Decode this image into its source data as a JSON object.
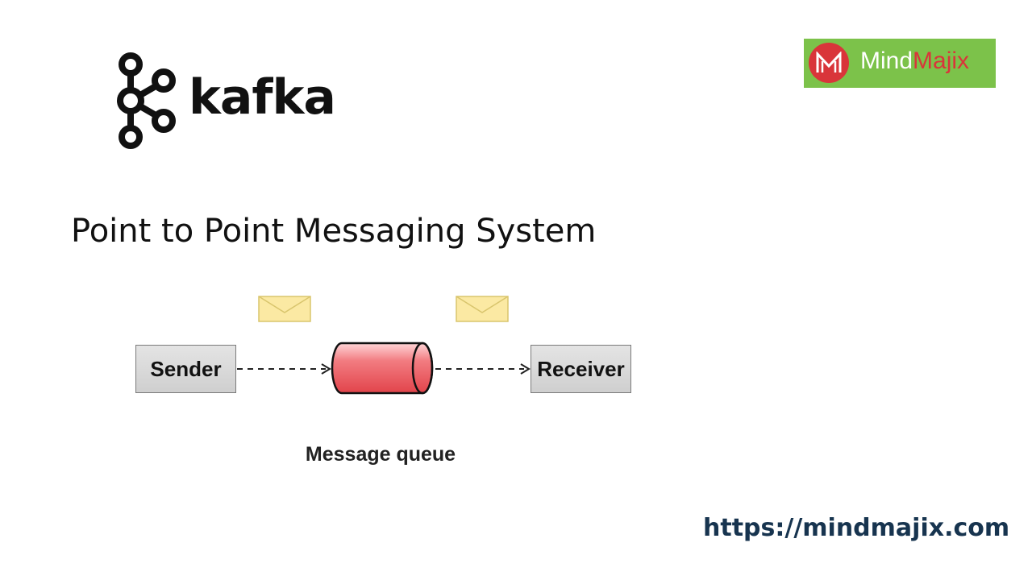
{
  "logos": {
    "kafka_word": "kafka",
    "mindmajix_word_part1": "Mind",
    "mindmajix_word_part2": "Majix"
  },
  "title": "Point to Point Messaging System",
  "diagram": {
    "sender_label": "Sender",
    "receiver_label": "Receiver",
    "queue_label": "Message queue"
  },
  "footer": {
    "url": "https://mindmajix.com"
  },
  "colors": {
    "queue_fill": "#f06a6f",
    "envelope_fill": "#fbe9a3",
    "mindmajix_green": "#7cc24a",
    "mindmajix_red": "#d9353a",
    "url_color": "#17344f"
  }
}
